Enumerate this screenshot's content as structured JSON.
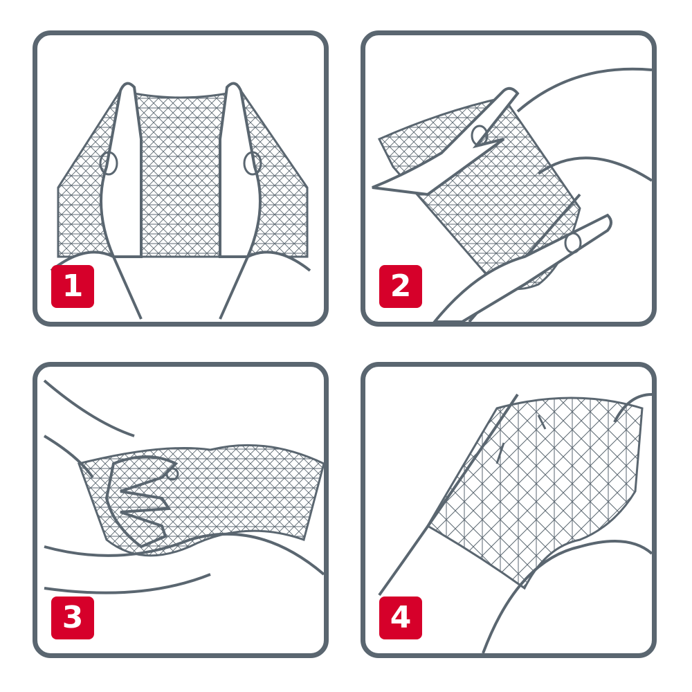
{
  "colors": {
    "outline": "#5a6670",
    "badge": "#d6002a",
    "badge_text": "#ffffff",
    "background": "#ffffff"
  },
  "steps": [
    {
      "number": "1",
      "scene": "hands-stretching-mesh-bandage"
    },
    {
      "number": "2",
      "scene": "hands-pulling-mesh-over-arm"
    },
    {
      "number": "3",
      "scene": "hand-smoothing-mesh-on-torso"
    },
    {
      "number": "4",
      "scene": "mesh-bandage-applied-on-shoulder"
    }
  ]
}
